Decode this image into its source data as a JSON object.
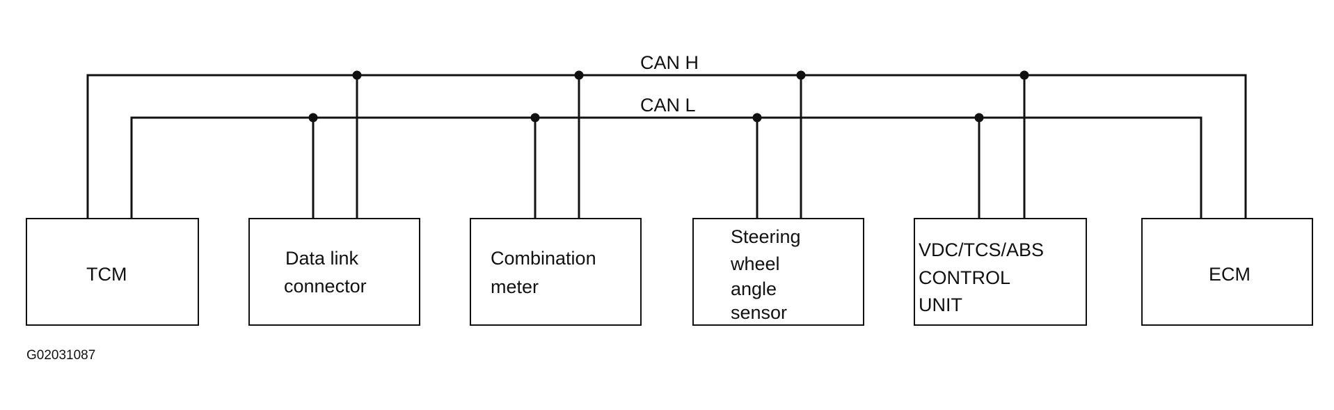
{
  "bus": {
    "can_h_label": "CAN H",
    "can_l_label": "CAN L"
  },
  "units": [
    {
      "key": "tcm",
      "lines": [
        "TCM"
      ]
    },
    {
      "key": "data-link-connector",
      "lines": [
        "Data link",
        "connector"
      ]
    },
    {
      "key": "combination-meter",
      "lines": [
        "Combination",
        "meter"
      ]
    },
    {
      "key": "steering-wheel-angle-sensor",
      "lines": [
        "Steering",
        "wheel",
        "angle",
        "sensor"
      ]
    },
    {
      "key": "vdc-tcs-abs-control-unit",
      "lines": [
        "VDC/TCS/ABS",
        "CONTROL",
        "UNIT"
      ]
    },
    {
      "key": "ecm",
      "lines": [
        "ECM"
      ]
    }
  ],
  "figure_id": "G02031087"
}
